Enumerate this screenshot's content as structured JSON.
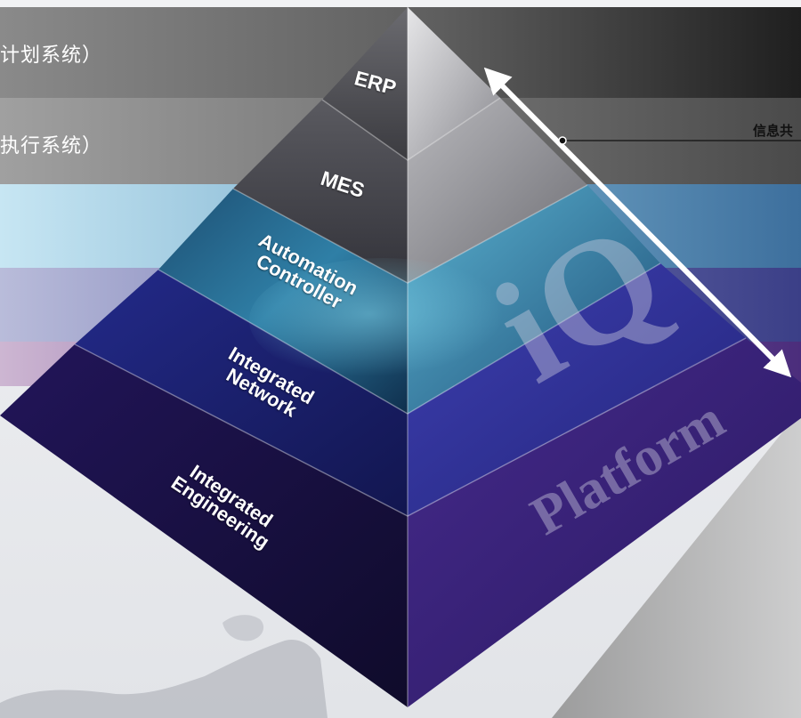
{
  "bands": [
    {
      "id": "erp",
      "text": "计划系统）",
      "color_left": "#8b8b8b",
      "color_right": "#2a2a2a"
    },
    {
      "id": "mes",
      "text": "执行系统）",
      "color_left": "#9a9a9a",
      "color_right": "#3b3b3b"
    },
    {
      "id": "automation",
      "color_left": "#bfe0ef",
      "color_right": "#3c6e9c"
    },
    {
      "id": "network",
      "color_left": "#b6b8d6",
      "color_right": "#3b3f88"
    },
    {
      "id": "engineering",
      "color_left": "#c9b3cf",
      "color_right": "#4a2c7a"
    }
  ],
  "side_label": "信息共",
  "layers": [
    {
      "id": "erp",
      "lines": [
        "ERP"
      ]
    },
    {
      "id": "mes",
      "lines": [
        "MES"
      ]
    },
    {
      "id": "automation",
      "lines": [
        "Automation",
        "Controller"
      ]
    },
    {
      "id": "network",
      "lines": [
        "Integrated",
        "Network"
      ]
    },
    {
      "id": "engineering",
      "lines": [
        "Integrated",
        "Engineering"
      ]
    }
  ],
  "watermark": {
    "big": "iQ",
    "small": "Platform"
  },
  "colors": {
    "arrow": "#ffffff",
    "pyramid_dark": "#1a1040",
    "pyramid_purple": "#3a1f78"
  }
}
